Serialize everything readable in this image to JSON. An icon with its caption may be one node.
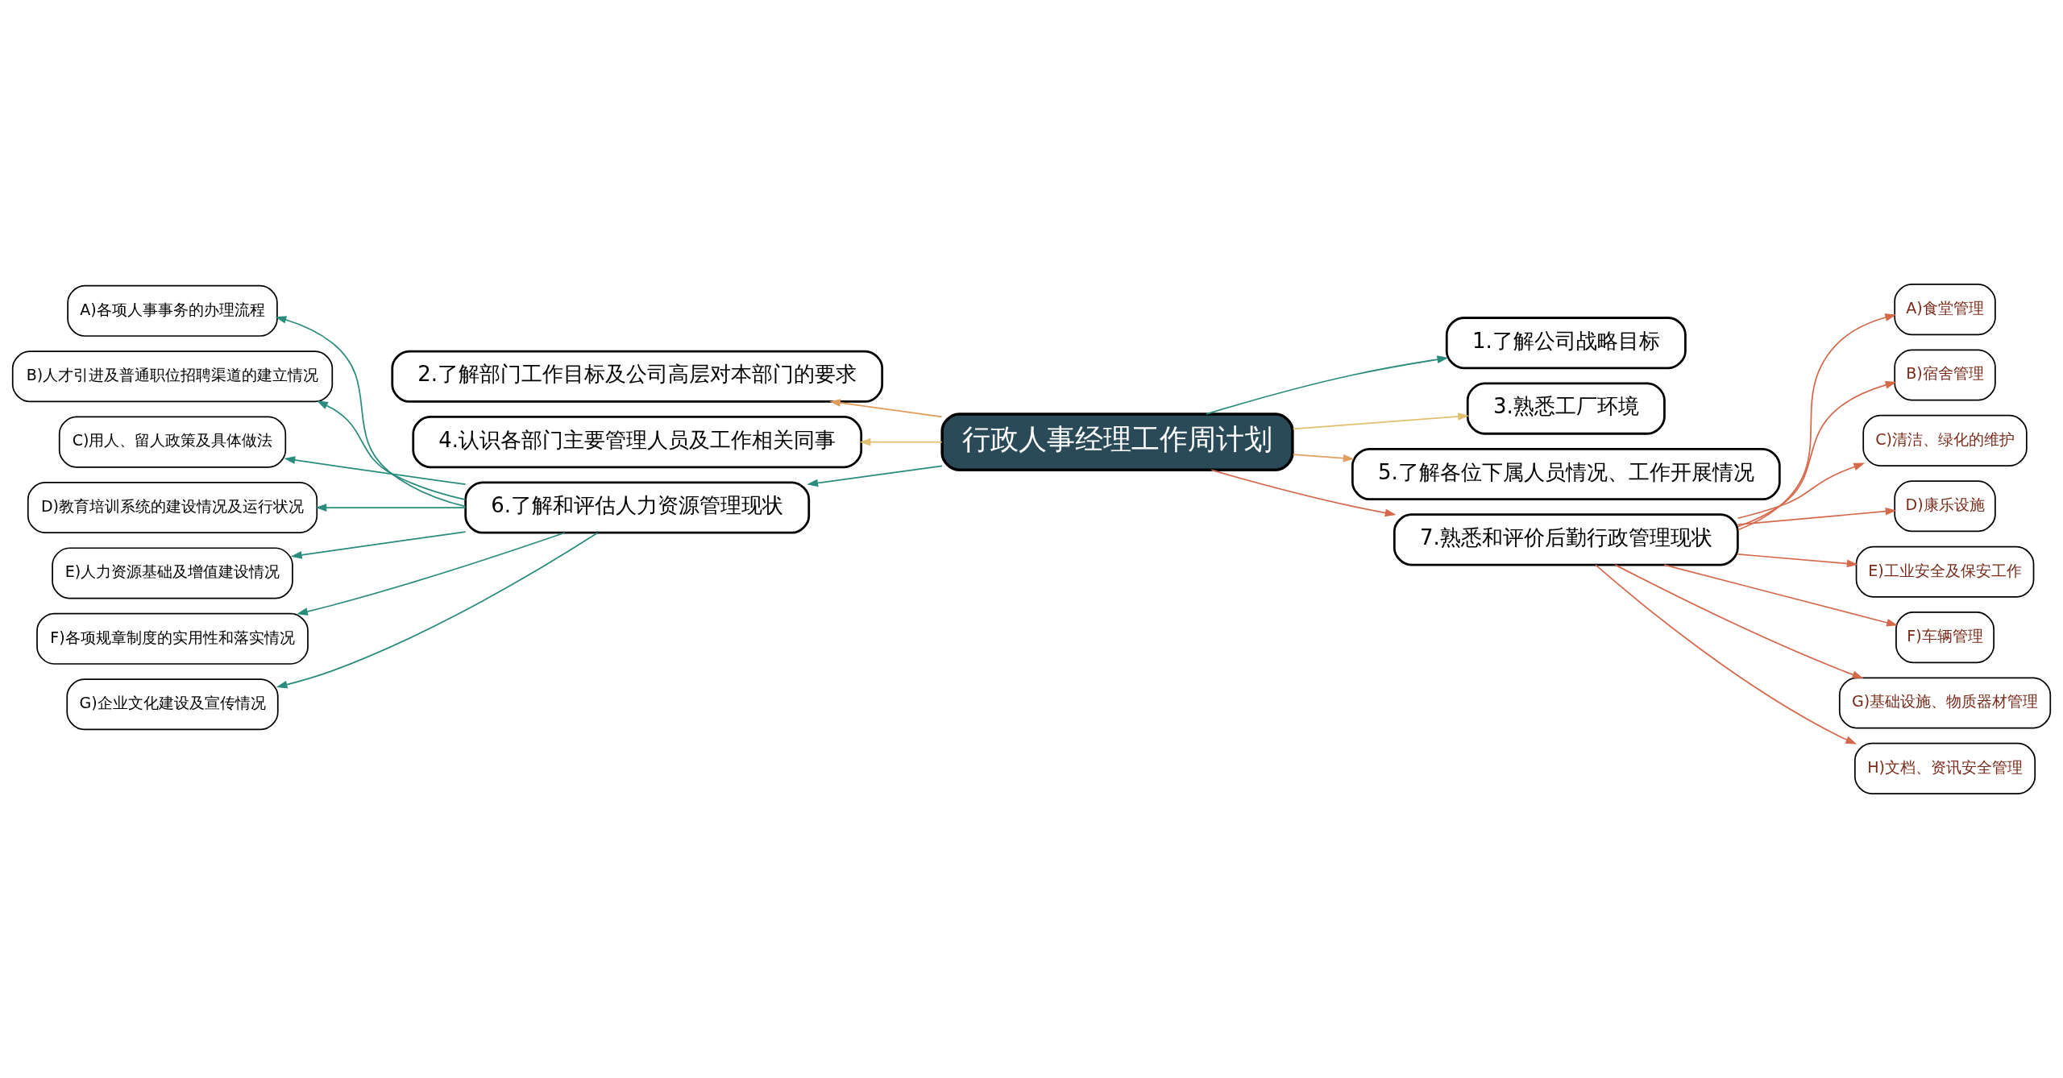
{
  "diagram": {
    "nodes": [
      {
        "text": [
          "行政人事经理工作周计划"
        ]
      },
      {
        "text": [
          "1.了解公司战略目标"
        ]
      },
      {
        "text": [
          "2.了解部门工作目标及公司高层对本部门的要求"
        ]
      },
      {
        "text": [
          "3.熟悉工厂环境"
        ]
      },
      {
        "text": [
          "4.认识各部门主要管理人员及工作相关同事"
        ]
      },
      {
        "text": [
          "5.了解各位下属人员情况、工作开展情况"
        ]
      },
      {
        "text": [
          "6.了解和评估人力资源管理现状"
        ]
      },
      {
        "text": [
          "7.熟悉和评价后勤行政管理现状"
        ]
      },
      {
        "text": [
          "A)各项人事事务的办理流程"
        ]
      },
      {
        "text": [
          "B)人才引进及普通职位招聘渠道的建立情况"
        ]
      },
      {
        "text": [
          "C)用人、留人政策及具体做法"
        ]
      },
      {
        "text": [
          "D)教育培训系统的建设情况及运行状况"
        ]
      },
      {
        "text": [
          "E)人力资源基础及增值建设情况"
        ]
      },
      {
        "text": [
          "F)各项规章制度的实用性和落实情况"
        ]
      },
      {
        "text": [
          "G)企业文化建设及宣传情况"
        ]
      },
      {
        "text": [
          "A)食堂管理"
        ]
      },
      {
        "text": [
          "B)宿舍管理"
        ]
      },
      {
        "text": [
          "C)清洁、绿化的维护"
        ]
      },
      {
        "text": [
          "D)康乐设施"
        ]
      },
      {
        "text": [
          "E)工业安全及保安工作"
        ]
      },
      {
        "text": [
          "F)车辆管理"
        ]
      },
      {
        "text": [
          "G)基础设施、物质器材管理"
        ]
      },
      {
        "text": [
          "H)文档、资讯安全管理"
        ]
      }
    ],
    "edges": [
      {
        "from": 0,
        "to": 1,
        "arrow": "to",
        "color": "#2a8c7c"
      },
      {
        "from": 0,
        "to": 2,
        "arrow": "to",
        "color": "#e09a5a"
      },
      {
        "from": 0,
        "to": 3,
        "arrow": "to",
        "color": "#e0c070"
      },
      {
        "from": 0,
        "to": 4,
        "arrow": "to",
        "color": "#e0c070"
      },
      {
        "from": 0,
        "to": 5,
        "arrow": "to",
        "color": "#e0a060"
      },
      {
        "from": 0,
        "to": 6,
        "arrow": "to",
        "color": "#2a8c7c"
      },
      {
        "from": 0,
        "to": 7,
        "arrow": "to",
        "color": "#d5694c"
      },
      {
        "from": 6,
        "to": 8,
        "arrow": "to",
        "color": "#2a8c7c"
      },
      {
        "from": 6,
        "to": 9,
        "arrow": "to",
        "color": "#2a8c7c"
      },
      {
        "from": 6,
        "to": 10,
        "arrow": "to",
        "color": "#2a8c7c"
      },
      {
        "from": 6,
        "to": 11,
        "arrow": "to",
        "color": "#2a8c7c"
      },
      {
        "from": 6,
        "to": 12,
        "arrow": "to",
        "color": "#2a8c7c"
      },
      {
        "from": 6,
        "to": 13,
        "arrow": "to",
        "color": "#2a8c7c"
      },
      {
        "from": 6,
        "to": 14,
        "arrow": "to",
        "color": "#2a8c7c"
      },
      {
        "from": 7,
        "to": 15,
        "arrow": "to",
        "color": "#d5694c"
      },
      {
        "from": 7,
        "to": 16,
        "arrow": "to",
        "color": "#d5694c"
      },
      {
        "from": 7,
        "to": 17,
        "arrow": "to",
        "color": "#d5694c"
      },
      {
        "from": 7,
        "to": 18,
        "arrow": "to",
        "color": "#d5694c"
      },
      {
        "from": 7,
        "to": 19,
        "arrow": "to",
        "color": "#d5694c"
      },
      {
        "from": 7,
        "to": 20,
        "arrow": "to",
        "color": "#d5694c"
      },
      {
        "from": 7,
        "to": 21,
        "arrow": "to",
        "color": "#d5694c"
      },
      {
        "from": 7,
        "to": 22,
        "arrow": "to",
        "color": "#d5694c"
      }
    ]
  }
}
